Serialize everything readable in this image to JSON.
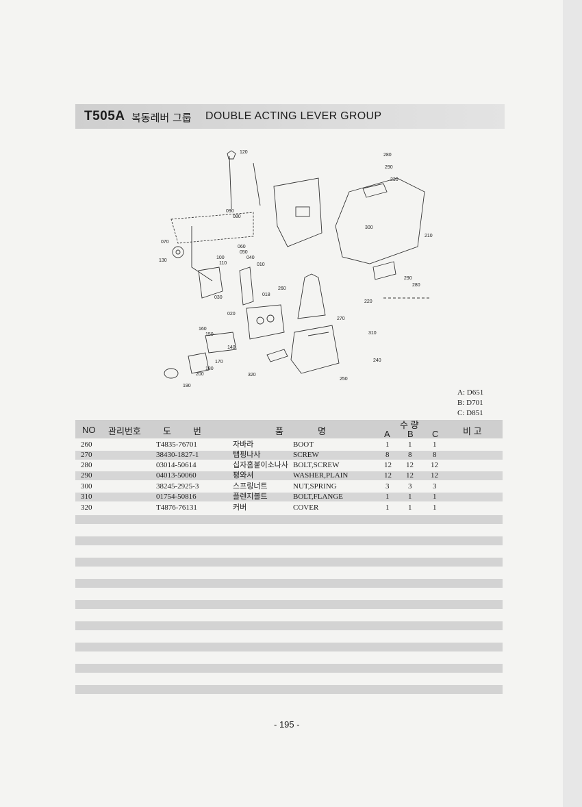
{
  "title": {
    "code": "T505A",
    "korean": "복동레버 그룹",
    "english": "DOUBLE ACTING LEVER GROUP"
  },
  "diagram_labels": [
    "120",
    "280",
    "290",
    "230",
    "090",
    "080",
    "300",
    "210",
    "070",
    "060",
    "050",
    "040",
    "100",
    "110",
    "010",
    "130",
    "260",
    "290",
    "280",
    "030",
    "020",
    "018",
    "220",
    "270",
    "310",
    "160",
    "150",
    "140",
    "240",
    "170",
    "180",
    "200",
    "320",
    "250",
    "190"
  ],
  "models": [
    "A: D651",
    "B: D701",
    "C: D851"
  ],
  "table": {
    "headers": {
      "no": "NO",
      "mgmt": "관리번호",
      "drawing_1": "도",
      "drawing_2": "번",
      "name_1": "품",
      "name_2": "명",
      "qty": "수 량",
      "a": "A",
      "b": "B",
      "c": "C",
      "remarks": "비 고"
    },
    "rows": [
      {
        "no": "260",
        "part": "T4835-76701",
        "kor": "자바라",
        "eng": "BOOT",
        "a": "1",
        "b": "1",
        "c": "1"
      },
      {
        "no": "270",
        "part": "38430-1827-1",
        "kor": "탭핑나사",
        "eng": "SCREW",
        "a": "8",
        "b": "8",
        "c": "8"
      },
      {
        "no": "280",
        "part": "03014-50614",
        "kor": "십자홈붙이소나사",
        "eng": "BOLT,SCREW",
        "a": "12",
        "b": "12",
        "c": "12"
      },
      {
        "no": "290",
        "part": "04013-50060",
        "kor": "평와셔",
        "eng": "WASHER,PLAIN",
        "a": "12",
        "b": "12",
        "c": "12"
      },
      {
        "no": "300",
        "part": "38245-2925-3",
        "kor": "스프링너트",
        "eng": "NUT,SPRING",
        "a": "3",
        "b": "3",
        "c": "3"
      },
      {
        "no": "310",
        "part": "01754-50816",
        "kor": "플렌지볼트",
        "eng": "BOLT,FLANGE",
        "a": "1",
        "b": "1",
        "c": "1"
      },
      {
        "no": "320",
        "part": "T4876-76131",
        "kor": "커버",
        "eng": "COVER",
        "a": "1",
        "b": "1",
        "c": "1"
      }
    ]
  },
  "page_number": "- 195 -"
}
